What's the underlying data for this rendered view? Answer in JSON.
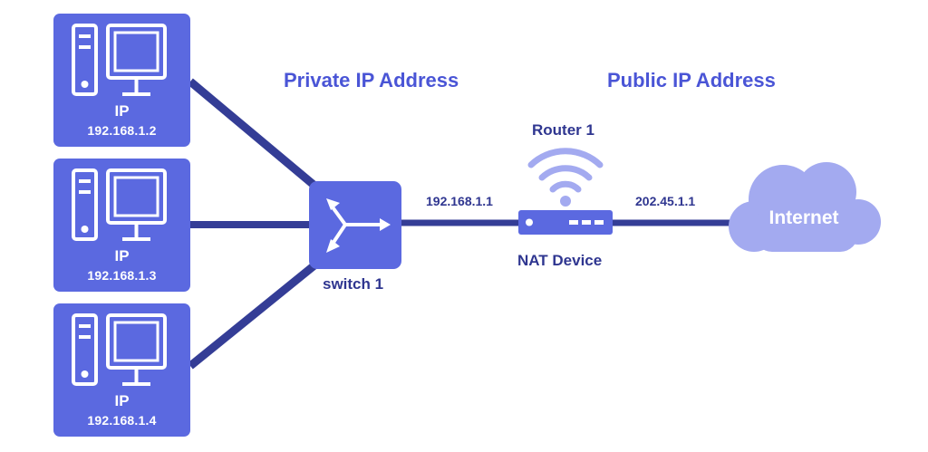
{
  "titles": {
    "private": "Private IP Address",
    "public": "Public IP Address"
  },
  "hosts": [
    {
      "ip_label": "IP",
      "ip_value": "192.168.1.2"
    },
    {
      "ip_label": "IP",
      "ip_value": "192.168.1.3"
    },
    {
      "ip_label": "IP",
      "ip_value": "192.168.1.4"
    }
  ],
  "switch": {
    "label": "switch 1"
  },
  "router": {
    "name": "Router 1",
    "device_label": "NAT Device",
    "private_ip": "192.168.1.1",
    "public_ip": "202.45.1.1"
  },
  "cloud": {
    "label": "Internet"
  },
  "colors": {
    "device": "#5b69e0",
    "link": "#343d96",
    "cloud": "#a3aaf0",
    "text": "#2f3690",
    "heading": "#4a55d6"
  },
  "icons": {
    "host": "desktop-computer-icon",
    "switch": "switch-arrows-icon",
    "wifi": "wifi-signal-icon",
    "cloud": "cloud-icon"
  }
}
